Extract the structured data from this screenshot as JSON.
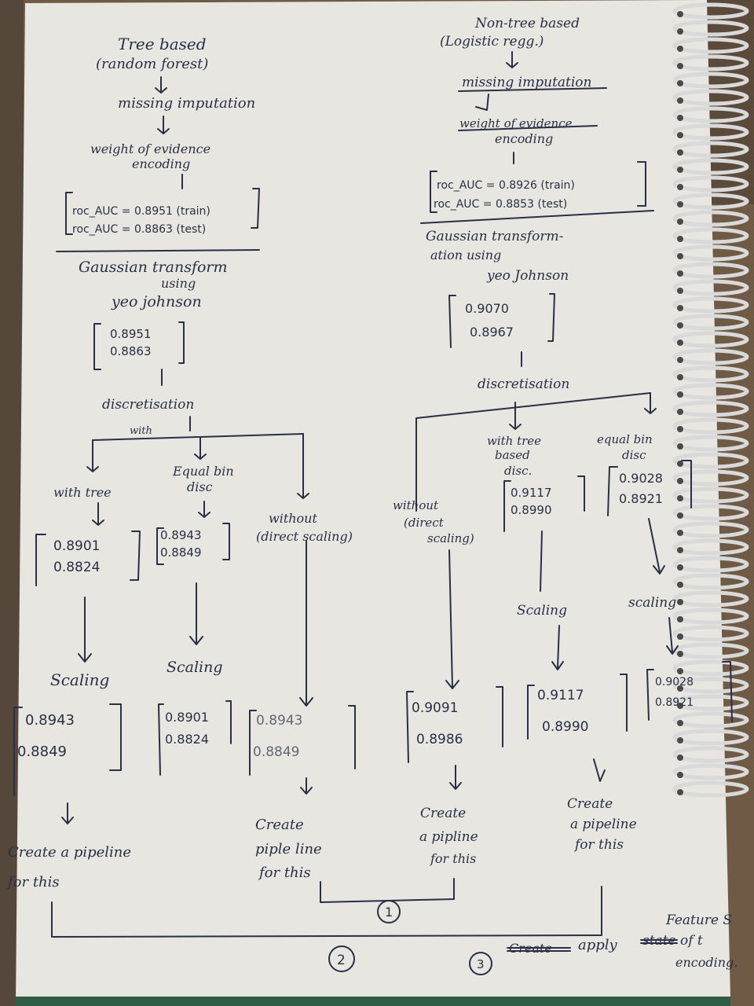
{
  "left_branch": {
    "title_line1": "Tree based",
    "title_line2": "(random forest)",
    "step_missing": "missing imputation",
    "step_woe_line1": "weight of evidence",
    "step_woe_line2": "encoding",
    "roc_train": "roc_AUC = 0.8951 (train)",
    "roc_test": "roc_AUC = 0.8863 (test)",
    "gauss_line1": "Gaussian transform",
    "gauss_line2": "using",
    "gauss_line3": "yeo johnson",
    "gauss_v1": "0.8951",
    "gauss_v2": "0.8863",
    "disc": "discretisation",
    "with": "with",
    "with_tree": "with tree",
    "equal_bin_line1": "Equal bin",
    "equal_bin_line2": "disc",
    "without_line1": "without",
    "without_line2": "(direct scaling)",
    "wt_v1": "0.8901",
    "wt_v2": "0.8824",
    "eb_v1": "0.8943",
    "eb_v2": "0.8849",
    "scaling_a": "Scaling",
    "scaling_b": "Scaling",
    "sa_v1": "0.8943",
    "sa_v2": "0.8849",
    "sb_v1": "0.8901",
    "sb_v2": "0.8824",
    "wo_v1": "0.8943",
    "wo_v2": "0.8849",
    "pipe_a_line1": "Create a pipeline",
    "pipe_a_line2": "for this",
    "pipe_b_line1": "Create",
    "pipe_b_line2": "piple line",
    "pipe_b_line3": "for this"
  },
  "right_branch": {
    "title_line1": "Non-tree based",
    "title_line2": "(Logistic regg.)",
    "step_missing": "missing imputation",
    "step_woe_line1": "weight of evidence",
    "step_woe_line2": "encoding",
    "roc_train": "roc_AUC = 0.8926 (train)",
    "roc_test": "roc_AUC = 0.8853 (test)",
    "gauss_line1": "Gaussian transform-",
    "gauss_line2": "ation using",
    "gauss_line3": "yeo Johnson",
    "gauss_v1": "0.9070",
    "gauss_v2": "0.8967",
    "disc": "discretisation",
    "with_tree_line1": "with tree",
    "with_tree_line2": "based",
    "with_tree_line3": "disc.",
    "equal_bin_line1": "equal bin",
    "equal_bin_line2": "disc",
    "without_line1": "without",
    "without_line2": "(direct",
    "without_line3": "scaling)",
    "wt_v1": "0.9117",
    "wt_v2": "0.8990",
    "eb_v1": "0.9028",
    "eb_v2": "0.8921",
    "scaling_a": "Scaling",
    "scaling_b": "scaling",
    "wo_v1": "0.9091",
    "wo_v2": "0.8986",
    "sa_v1": "0.9117",
    "sa_v2": "0.8990",
    "sb_v1": "0.9028",
    "sb_v2": "0.8921",
    "pipe_c_line1": "Create",
    "pipe_c_line2": "a pipline",
    "pipe_c_line3": "for this",
    "pipe_d_line1": "Create",
    "pipe_d_line2": "a pipeline",
    "pipe_d_line3": "for this"
  },
  "footer": {
    "marker_1": "1",
    "marker_2": "2",
    "marker_3": "3",
    "struck_word": "Create",
    "apply": "apply",
    "struck_word2": "state",
    "feature_line1": "Feature S",
    "feature_line2": "of t",
    "feature_line3": "encoding."
  },
  "colors": {
    "ink": "#2b2f45",
    "paper": "#e7e6e1",
    "background": "#6e5a45",
    "spiral": "#d9d9d9"
  }
}
